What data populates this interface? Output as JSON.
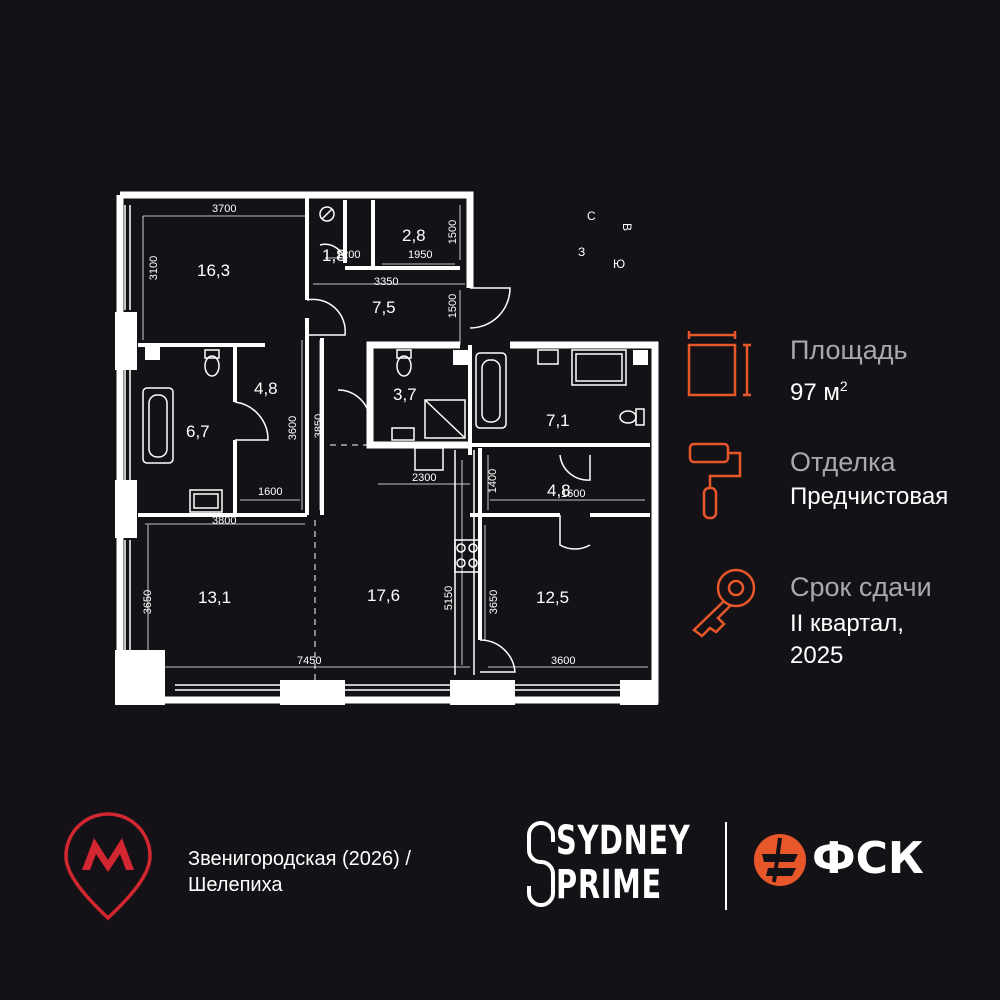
{
  "plan": {
    "rooms": [
      {
        "id": "r1",
        "area": "16,3"
      },
      {
        "id": "r2",
        "area": "1,8"
      },
      {
        "id": "r3",
        "area": "2,8"
      },
      {
        "id": "r4",
        "area": "7,5"
      },
      {
        "id": "r5",
        "area": "4,8"
      },
      {
        "id": "r6",
        "area": "6,7"
      },
      {
        "id": "r7",
        "area": "3,7"
      },
      {
        "id": "r8",
        "area": "7,1"
      },
      {
        "id": "r9",
        "area": "4,8"
      },
      {
        "id": "r10",
        "area": "13,1"
      },
      {
        "id": "r11",
        "area": "17,6"
      },
      {
        "id": "r12",
        "area": "12,5"
      }
    ],
    "dimensions": [
      "3700",
      "3100",
      "1200",
      "1950",
      "1500",
      "3350",
      "1500",
      "3600",
      "3850",
      "1600",
      "3800",
      "2300",
      "1400",
      "1600",
      "3650",
      "5150",
      "3650",
      "7450",
      "3600"
    ]
  },
  "compass": {
    "n": "С",
    "e": "В",
    "w": "З",
    "s": "Ю"
  },
  "info": {
    "area_label": "Площадь",
    "area_value": "97 м",
    "area_sup": "2",
    "finish_label": "Отделка",
    "finish_value": "Предчистовая",
    "delivery_label": "Срок сдачи",
    "delivery_line1": "II квартал,",
    "delivery_line2": "2025"
  },
  "metro": {
    "station_line1": "Звенигородская (2026) /",
    "station_line2": "Шелепиха",
    "color": "#d22630"
  },
  "brand": {
    "project_line1": "SYDNEY",
    "project_line2": "PRIME",
    "developer": "ФСК",
    "accent": "#e8572a"
  }
}
